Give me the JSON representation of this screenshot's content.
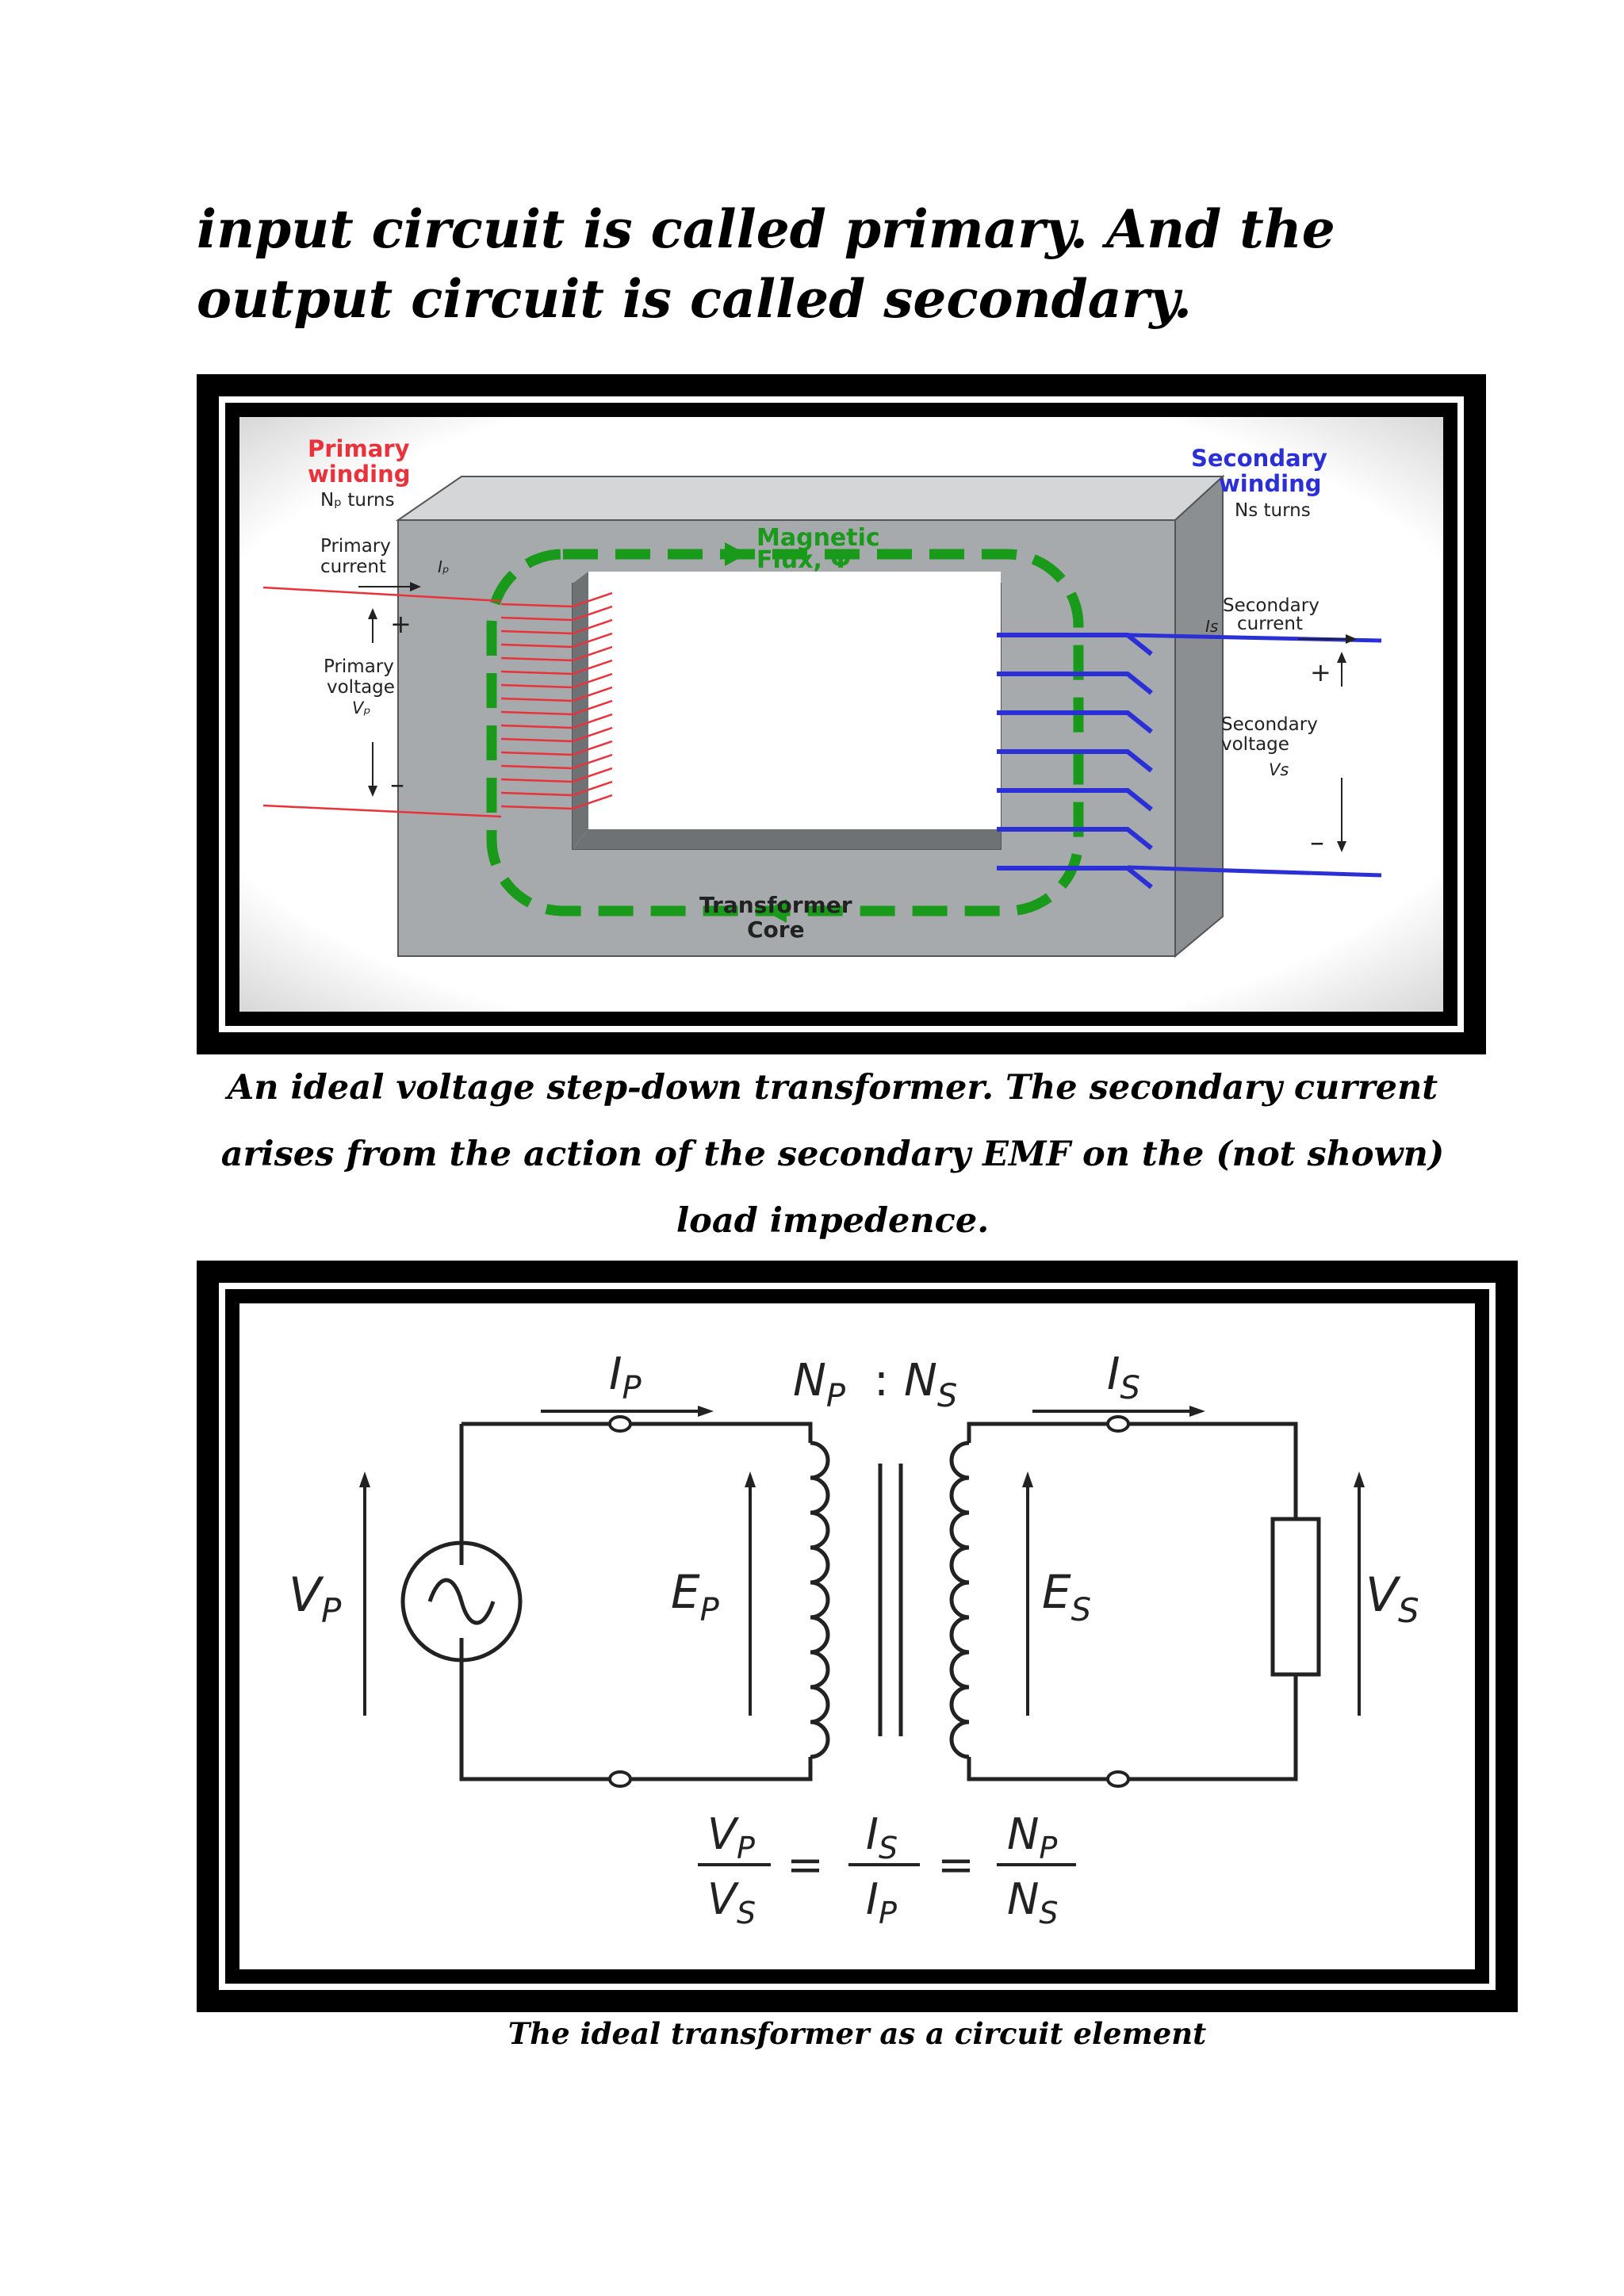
{
  "heading": "input circuit is called primary. And the output circuit is called secondary.",
  "figure1": {
    "primary_winding": [
      "Primary",
      "winding"
    ],
    "primary_turns": "Nₚ turns",
    "primary_current": [
      "Primary",
      "current"
    ],
    "primary_current_symbol": "Iₚ",
    "primary_voltage": [
      "Primary",
      "voltage"
    ],
    "primary_voltage_symbol": "Vₚ",
    "secondary_winding": [
      "Secondary",
      "winding"
    ],
    "secondary_turns": "Ns turns",
    "secondary_current": [
      "Secondary",
      "current"
    ],
    "secondary_current_symbol": "Is",
    "secondary_voltage": [
      "Secondary",
      "voltage"
    ],
    "secondary_voltage_symbol": "Vs",
    "magnetic_flux": [
      "Magnetic",
      "Flux, Φ"
    ],
    "transformer_core": [
      "Transformer",
      "Core"
    ],
    "plus": "+",
    "minus": "–",
    "colors": {
      "primary": "#e8323c",
      "secondary": "#2b2fd6",
      "flux": "#1a9a1a",
      "core": "#a7aaac"
    }
  },
  "caption1": "An ideal voltage step-down transformer. The secondary current arises from the action of the secondary EMF on the (not shown) load impedence.",
  "figure2": {
    "ip": "I",
    "ip_sub": "P",
    "is": "I",
    "is_sub": "S",
    "np": "N",
    "np_sub": "P",
    "ns": "N",
    "ns_sub": "S",
    "ratio_colon": ":",
    "vp": "V",
    "vp_sub": "P",
    "vs": "V",
    "vs_sub": "S",
    "ep": "E",
    "ep_sub": "P",
    "es": "E",
    "es_sub": "S",
    "equals": "="
  },
  "caption2": "The ideal transformer as a circuit element"
}
